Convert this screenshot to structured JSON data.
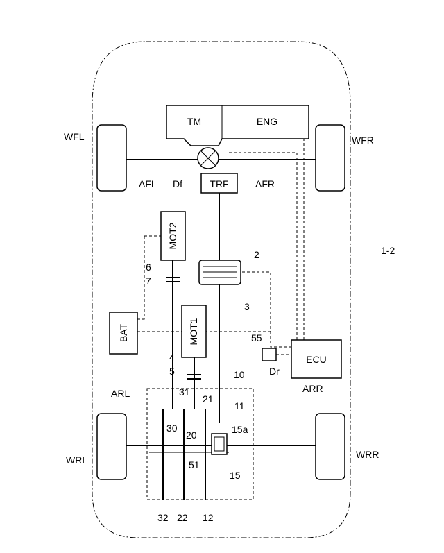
{
  "components": {
    "tm": "TM",
    "eng": "ENG",
    "trf": "TRF",
    "mot2": "MOT2",
    "mot1": "MOT1",
    "bat": "BAT",
    "ecu": "ECU"
  },
  "labels": {
    "wfl": "WFL",
    "wfr": "WFR",
    "wrl": "WRL",
    "wrr": "WRR",
    "afl": "AFL",
    "afr": "AFR",
    "df": "Df",
    "arl": "ARL",
    "arr": "ARR",
    "dr": "Dr",
    "vehicle": "1-2"
  },
  "numbers": {
    "n2": "2",
    "n3": "3",
    "n4": "4",
    "n5": "5",
    "n6": "6",
    "n7": "7",
    "n10": "10",
    "n11": "11",
    "n12": "12",
    "n15": "15",
    "n15a": "15a",
    "n20": "20",
    "n21": "21",
    "n22": "22",
    "n30": "30",
    "n31": "31",
    "n32": "32",
    "n51": "51",
    "n55": "55"
  }
}
